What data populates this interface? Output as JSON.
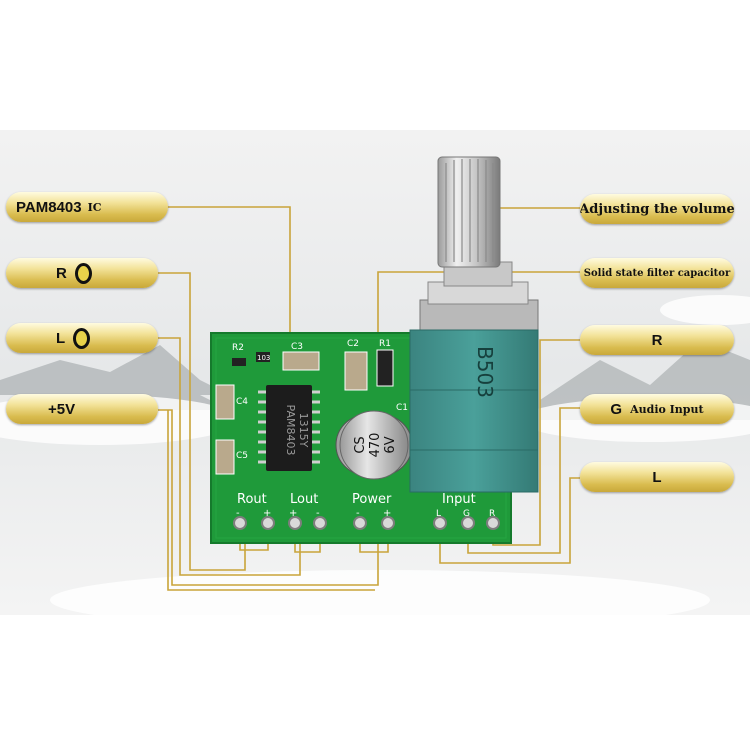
{
  "left_labels": {
    "chip": {
      "main": "PAM8403",
      "sub": "IC"
    },
    "right_out": {
      "main": "R",
      "icon": "jack-icon"
    },
    "left_out": {
      "main": "L",
      "icon": "jack-icon"
    },
    "power": {
      "main": "+5V"
    }
  },
  "right_labels": {
    "volume": "Adjusting the volume",
    "capacitor": "Solid state filter capacitor",
    "input_r": "R",
    "input_g": {
      "main": "G",
      "sub": "Audio Input"
    },
    "input_l": "L"
  },
  "board": {
    "chip_marking": [
      "PAM8403",
      "1315Y"
    ],
    "capacitor_marking": [
      "CS",
      "470",
      "6V"
    ],
    "pot_marking": "B503",
    "silkscreen": {
      "r2": "R2",
      "c3": "C3",
      "c2": "C2",
      "r1": "R1",
      "c4": "C4",
      "c5": "C5",
      "c1": "C1",
      "res": "103",
      "rout": "Rout",
      "lout": "Lout",
      "power": "Power",
      "input": "Input",
      "pin_l": "L",
      "pin_g": "G",
      "pin_r": "R",
      "minus1": "-",
      "plus1": "+",
      "plus2": "+",
      "minus2": "-",
      "minus3": "-",
      "plus3": "+"
    }
  },
  "colors": {
    "board_green": "#1f9a3a",
    "leader_gold": "#c9a43a",
    "pot_teal": "#3f8e88"
  }
}
